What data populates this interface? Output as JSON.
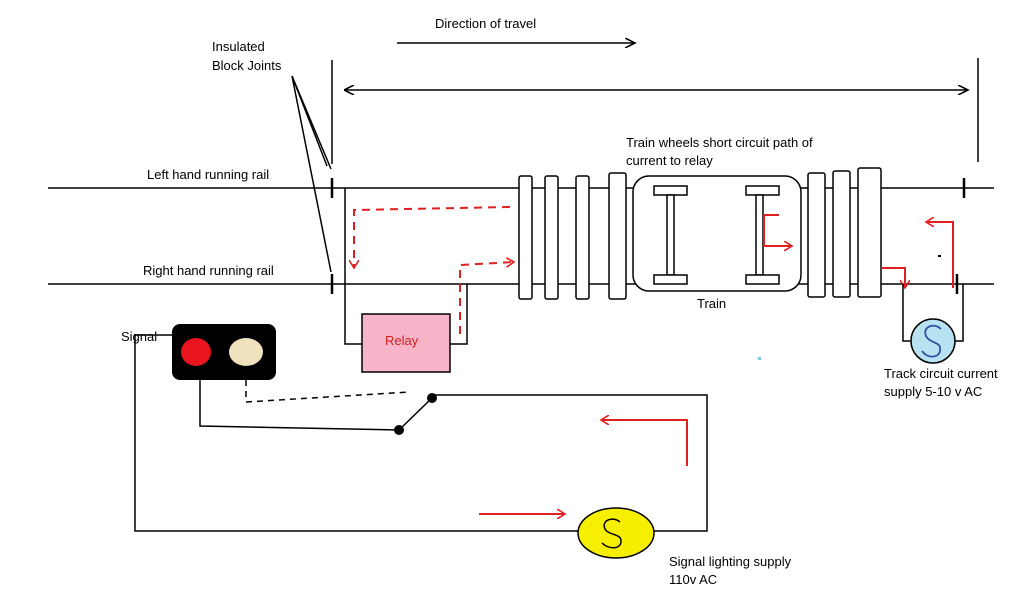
{
  "labels": {
    "direction": "Direction of travel",
    "joints_line1": "Insulated",
    "joints_line2": "Block Joints",
    "left_rail": "Left hand running rail",
    "right_rail": "Right hand running rail",
    "wheels_line1": "Train wheels short circuit path of",
    "wheels_line2": "current to relay",
    "train": "Train",
    "relay": "Relay",
    "signal": "Signal",
    "track_supply_line1": "Track circuit current",
    "track_supply_line2": "supply 5-10 v AC",
    "signal_supply_line1": "Signal lighting supply",
    "signal_supply_line2": "110v AC"
  },
  "colors": {
    "line": "#000000",
    "current_arrow": "#e02020",
    "relay_fill": "#f7b4c8",
    "signal_red": "#e8141e",
    "signal_off": "#f0e2bc",
    "track_supply": "#b8e2f2",
    "signal_supply": "#f6f000"
  },
  "icons": {
    "track_supply": "ac-source-icon",
    "signal_supply": "ac-source-icon",
    "switch": "relay-contact-switch-icon"
  }
}
